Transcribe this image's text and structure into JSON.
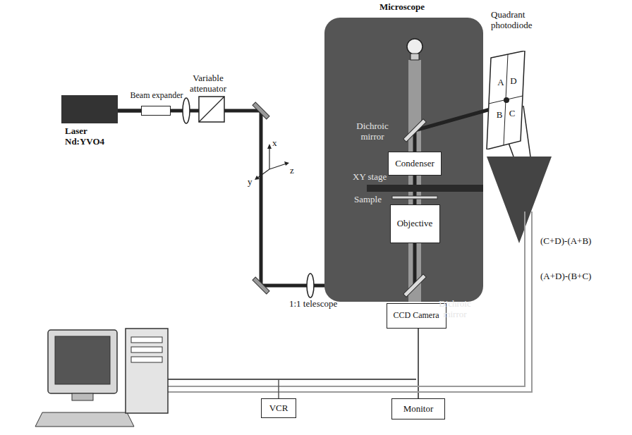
{
  "diagram": {
    "nodes": [
      {
        "text": [
          "Laser Nd:YVO4"
        ]
      },
      {
        "text": [
          "Beam expander"
        ]
      },
      {
        "text": [
          "Microscope"
        ]
      },
      {
        "text": [
          "Condenser"
        ],
        "in": 2
      },
      {
        "text": [
          "Objective"
        ],
        "in": 2
      },
      {
        "text": [
          "Quadrant photodiode",
          "A",
          "D",
          "B",
          "C"
        ]
      },
      {
        "text": [
          "CCD Camera"
        ]
      },
      {
        "text": [
          "VCR"
        ]
      },
      {
        "text": [
          "Monitor"
        ]
      }
    ],
    "edges": [
      {
        "from": 0,
        "to": 1,
        "arrow": "none"
      },
      {
        "from": 6,
        "to": 8,
        "arrow": "none"
      }
    ],
    "labels": [
      "Variable attenuator",
      "Dichroic mirror",
      "XY stage",
      "Sample",
      "Dichroic mirror",
      "1:1 telescope",
      "x",
      "y",
      "z",
      "(C+D)-(A+B)",
      "(A+D)-(B+C)"
    ]
  }
}
